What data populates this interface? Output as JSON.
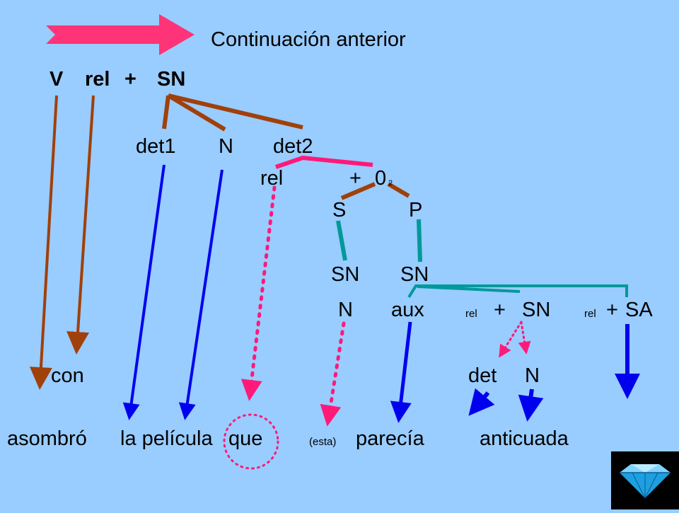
{
  "slide": {
    "title": "Continuación anterior",
    "background": "#99ccff",
    "colors": {
      "brown": "#a0400a",
      "blue": "#0000ee",
      "magenta": "#ff1a7a",
      "teal": "#009999",
      "arrow": "#ff3377"
    }
  },
  "tree": {
    "top": {
      "v": "V",
      "rel": "rel",
      "plus": "+",
      "sn": "SN"
    },
    "level2": {
      "det1": "det1",
      "n": "N",
      "det2": "det2"
    },
    "level3": {
      "rel": "rel",
      "plus": "+",
      "zero": "0",
      "sub2": "2"
    },
    "level4": {
      "s": "S",
      "p": "P"
    },
    "level5": {
      "sn1": "SN",
      "sn2": "SN"
    },
    "level6": {
      "n": "N",
      "aux": "aux",
      "rel1": "rel",
      "plus1": "+",
      "sn": "SN",
      "rel2": "rel",
      "plus2": "+",
      "sa": "SA"
    },
    "level7": {
      "con": "con",
      "det": "det",
      "n": "N"
    }
  },
  "sentence": {
    "w1": "asombró",
    "w2": "la película",
    "w3": "que",
    "w4": "(esta)",
    "w5": "parecía",
    "w6": "anticuada"
  },
  "icons": {
    "nav": "diamond-gem-icon"
  }
}
